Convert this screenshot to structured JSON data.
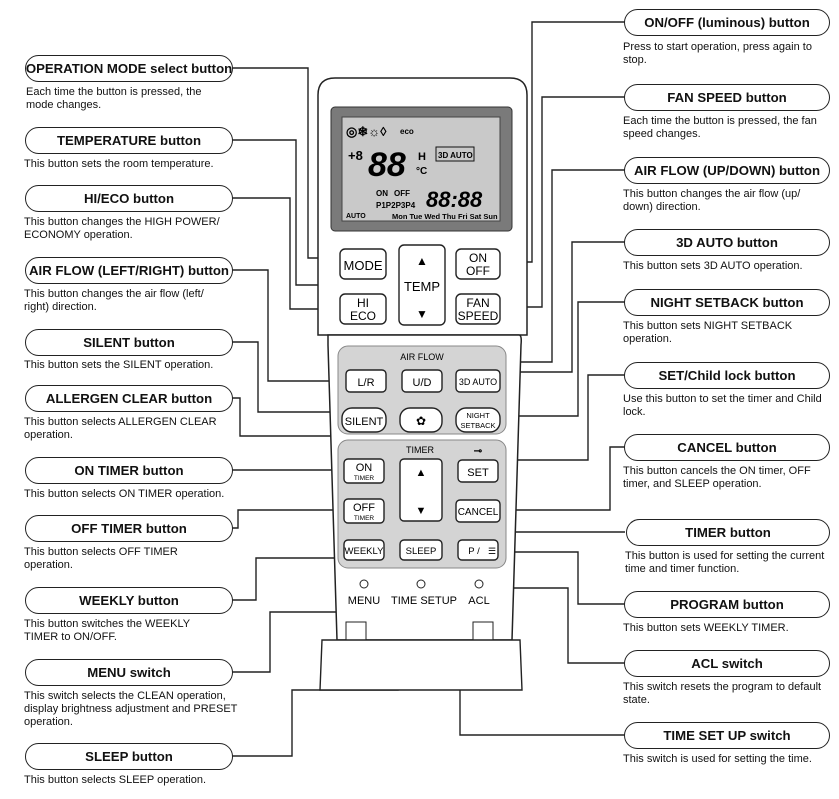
{
  "left_labels": [
    {
      "title": "OPERATION MODE select button",
      "desc": "Each time the button is pressed, the mode changes."
    },
    {
      "title": "TEMPERATURE button",
      "desc": "This button sets the room temperature."
    },
    {
      "title": "HI/ECO button",
      "desc": "This button changes the HIGH POWER/ ECONOMY operation."
    },
    {
      "title": "AIR FLOW (LEFT/RIGHT) button",
      "desc": "This button changes the air flow (left/ right) direction."
    },
    {
      "title": "SILENT button",
      "desc": "This button sets the SILENT operation."
    },
    {
      "title": "ALLERGEN CLEAR button",
      "desc": "This button selects ALLERGEN CLEAR operation."
    },
    {
      "title": "ON TIMER button",
      "desc": "This button selects ON TIMER operation."
    },
    {
      "title": "OFF TIMER button",
      "desc": "This button selects OFF TIMER operation."
    },
    {
      "title": "WEEKLY button",
      "desc": "This button switches the WEEKLY TIMER to ON/OFF."
    },
    {
      "title": "MENU switch",
      "desc": "This switch selects the CLEAN operation, display brightness adjustment and PRESET operation."
    },
    {
      "title": "SLEEP button",
      "desc": "This button selects SLEEP operation."
    }
  ],
  "right_labels": [
    {
      "title": "ON/OFF (luminous) button",
      "desc": "Press to start operation, press again to stop."
    },
    {
      "title": "FAN SPEED button",
      "desc": "Each time the button is pressed, the fan speed changes."
    },
    {
      "title": "AIR FLOW (UP/DOWN) button",
      "desc": "This button changes the air flow (up/ down) direction."
    },
    {
      "title": "3D AUTO button",
      "desc": "This button sets 3D AUTO operation."
    },
    {
      "title": "NIGHT SETBACK button",
      "desc": "This button sets NIGHT SETBACK operation."
    },
    {
      "title": "SET/Child lock button",
      "desc": "Use this button to set the timer and Child lock."
    },
    {
      "title": "CANCEL button",
      "desc": "This button cancels the ON timer, OFF timer, and SLEEP operation."
    },
    {
      "title": "TIMER button",
      "desc": "This button is used for setting the current time and timer function."
    },
    {
      "title": "PROGRAM button",
      "desc": "This button sets WEEKLY TIMER."
    },
    {
      "title": "ACL switch",
      "desc": "This switch resets the program to default state."
    },
    {
      "title": "TIME SET UP switch",
      "desc": "This switch is used for setting the time."
    }
  ],
  "remote": {
    "lcd": {
      "temp_digits": "88",
      "temp_unit_h": "H",
      "temp_unit_c": "°C",
      "plus": "+8",
      "auto3d": "3D AUTO",
      "on": "ON",
      "off": "OFF",
      "programs": "P1P2P3P4",
      "clock": "88:88",
      "auto": "AUTO",
      "days": "Mon Tue Wed Thu Fri Sat Sun"
    },
    "buttons": {
      "mode": "MODE",
      "temp": "TEMP",
      "on_off_1": "ON",
      "on_off_2": "OFF",
      "hi": "HI",
      "eco": "ECO",
      "fan_1": "FAN",
      "fan_2": "SPEED",
      "air_flow": "AIR FLOW",
      "lr": "L/R",
      "ud": "U/D",
      "auto3d": "3D AUTO",
      "silent": "SILENT",
      "night_1": "NIGHT",
      "night_2": "SETBACK",
      "timer": "TIMER",
      "on_1": "ON",
      "on_2": "TIMER",
      "off_1": "OFF",
      "off_2": "TIMER",
      "set": "SET",
      "cancel": "CANCEL",
      "weekly": "WEEKLY",
      "sleep": "SLEEP",
      "program": "P / ",
      "menu": "MENU",
      "time_setup": "TIME SETUP",
      "acl": "ACL"
    }
  }
}
